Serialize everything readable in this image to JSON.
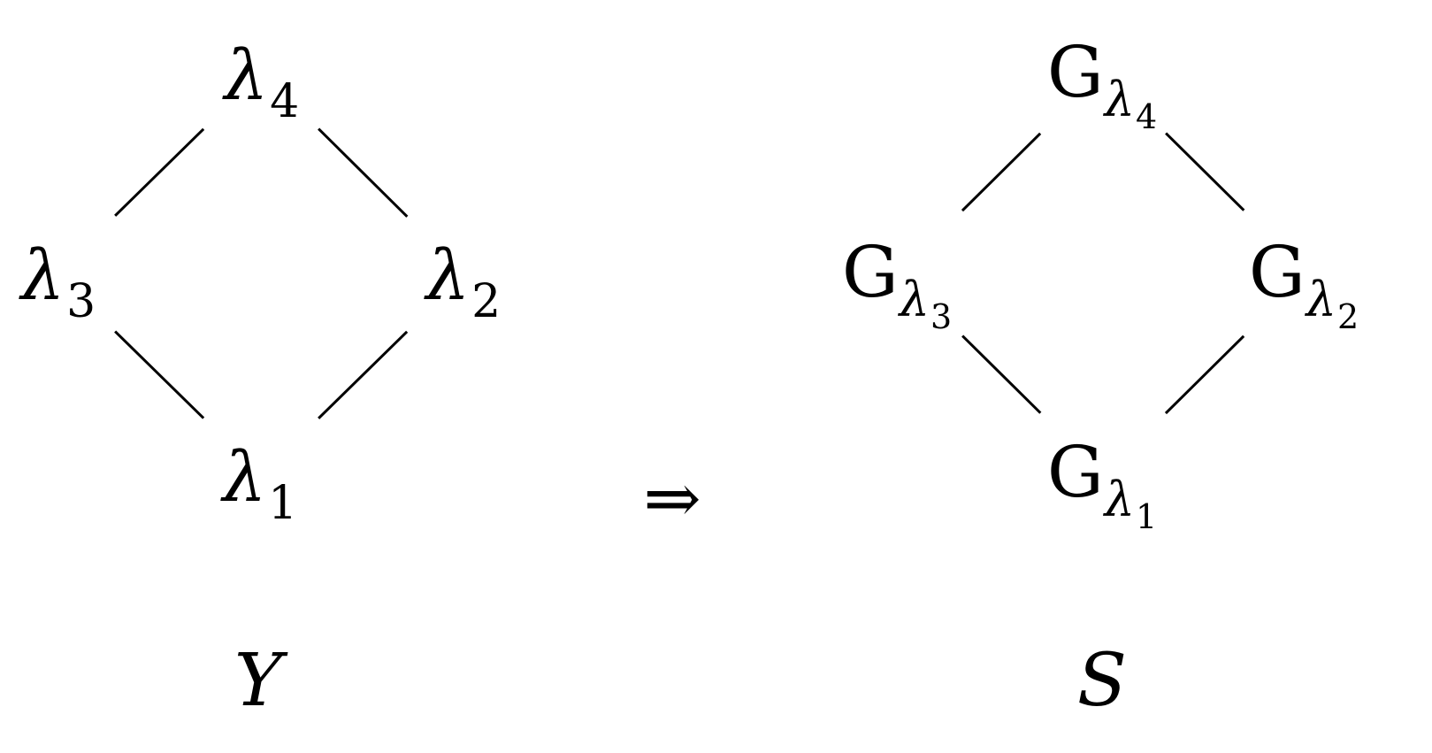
{
  "left": {
    "nodes": {
      "top": {
        "base": "λ",
        "sub": "4"
      },
      "left": {
        "base": "λ",
        "sub": "3"
      },
      "right": {
        "base": "λ",
        "sub": "2"
      },
      "bottom": {
        "base": "λ",
        "sub": "1"
      }
    },
    "label": "Y"
  },
  "right": {
    "nodes": {
      "top": {
        "base": "G",
        "sub": "λ",
        "sub2": "4"
      },
      "left": {
        "base": "G",
        "sub": "λ",
        "sub2": "3"
      },
      "right": {
        "base": "G",
        "sub": "λ",
        "sub2": "2"
      },
      "bottom": {
        "base": "G",
        "sub": "λ",
        "sub2": "1"
      }
    },
    "label": "S"
  },
  "arrow": "⇒"
}
